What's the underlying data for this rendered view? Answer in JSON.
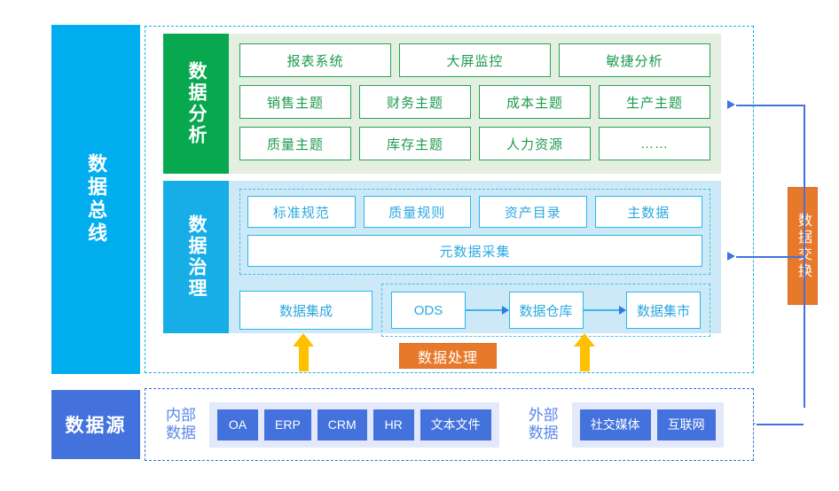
{
  "bus": {
    "label": "数据总线"
  },
  "data_source_bar": {
    "label": "数据源"
  },
  "analysis": {
    "side_label": "数据分析",
    "rows": [
      [
        "报表系统",
        "大屏监控",
        "敏捷分析"
      ],
      [
        "销售主题",
        "财务主题",
        "成本主题",
        "生产主题"
      ],
      [
        "质量主题",
        "库存主题",
        "人力资源",
        "……"
      ]
    ]
  },
  "governance": {
    "side_label": "数据治理",
    "top_boxes": [
      "标准规范",
      "质量规则",
      "资产目录",
      "主数据"
    ],
    "metadata_box": "元数据采集",
    "integration_box": "数据集成",
    "flow": [
      "ODS",
      "数据仓库",
      "数据集市"
    ]
  },
  "process_label": "数据处理",
  "exchange_label": "数据交换",
  "data_source": {
    "internal": {
      "category": "内部\n数据",
      "category_line1": "内部",
      "category_line2": "数据",
      "items": [
        "OA",
        "ERP",
        "CRM",
        "HR",
        "文本文件"
      ]
    },
    "external": {
      "category_line1": "外部",
      "category_line2": "数据",
      "items": [
        "社交媒体",
        "互联网"
      ]
    }
  },
  "colors": {
    "bus_blue": "#00AEEF",
    "source_blue": "#4472DC",
    "analysis_green": "#07A84E",
    "analysis_band": "#E4EFE1",
    "governance_blue": "#17AEE8",
    "governance_band": "#CDE8F7",
    "orange": "#E8792B",
    "arrow_yellow": "#FFC000",
    "box_border_green": "#24A453",
    "box_border_blue": "#2BB6EE",
    "dashed_cyan": "#12B0E8",
    "dashed_blue": "#3D6FD4"
  }
}
